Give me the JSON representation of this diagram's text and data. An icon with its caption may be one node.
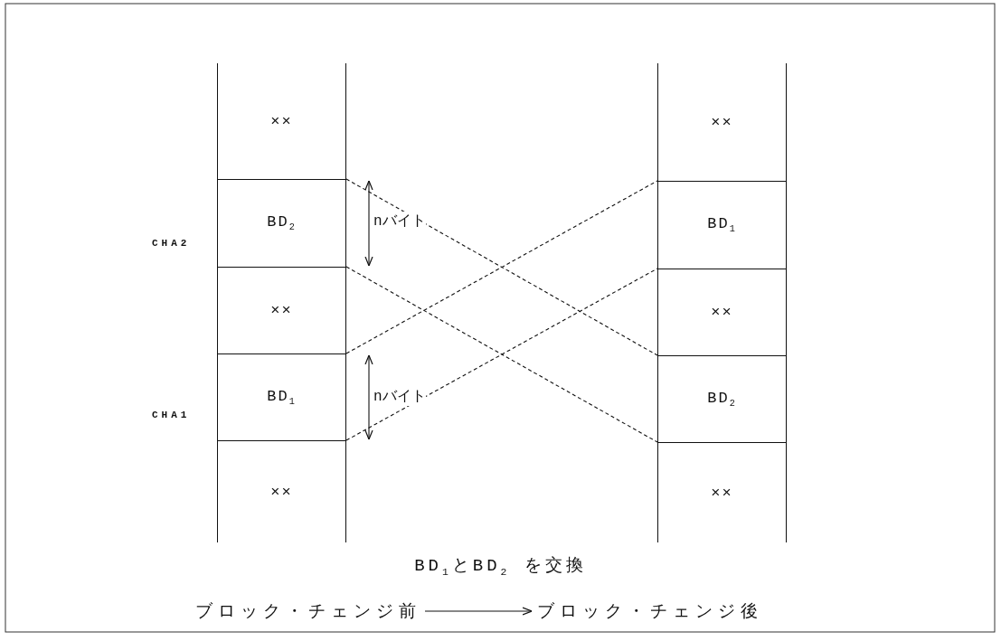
{
  "diagram": {
    "caption": "BD$_{1}$とBD$_{2}$ を交換",
    "nodes": [
      {
        "text": [
          "××"
        ]
      },
      {
        "text": [
          "BD$_{2}$"
        ]
      },
      {
        "text": [
          "××"
        ]
      },
      {
        "text": [
          "BD$_{1}$"
        ]
      },
      {
        "text": [
          "××"
        ]
      },
      {
        "text": [
          "××"
        ]
      },
      {
        "text": [
          "BD$_{1}$"
        ]
      },
      {
        "text": [
          "××"
        ]
      },
      {
        "text": [
          "BD$_{2}$"
        ]
      },
      {
        "text": [
          "××"
        ]
      },
      {
        "text": [
          "ブロック・チェンジ前"
        ]
      },
      {
        "text": [
          "ブロック・チェンジ後"
        ]
      }
    ],
    "edges": [
      {
        "from": 1,
        "to": 8,
        "arrow": "none",
        "style": "dashed"
      },
      {
        "from": 1,
        "to": 8,
        "arrow": "none",
        "style": "dashed"
      },
      {
        "from": 3,
        "to": 6,
        "arrow": "none",
        "style": "dashed"
      },
      {
        "from": 3,
        "to": 6,
        "arrow": "none",
        "style": "dashed"
      },
      {
        "from": 10,
        "to": 11,
        "arrow": "to"
      }
    ],
    "labels": [
      "CHA2",
      "nバイト",
      "CHA1",
      "nバイト"
    ]
  }
}
